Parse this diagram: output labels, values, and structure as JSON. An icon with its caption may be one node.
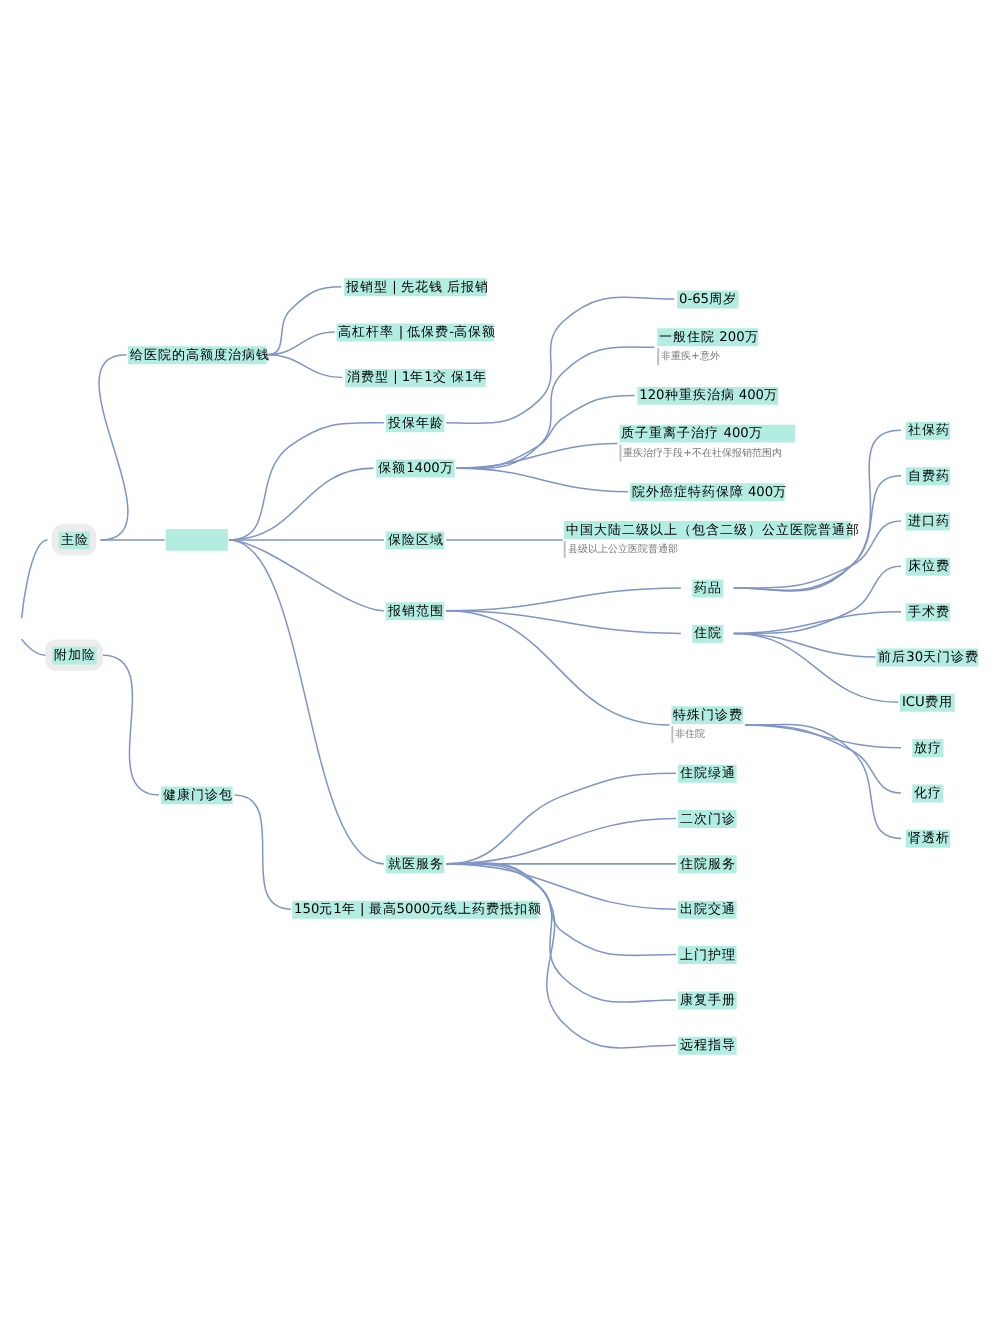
{
  "diagram": {
    "nodes": [
      {
        "text": [
          "主险"
        ]
      },
      {
        "text": [
          "给医院的高额度治病钱"
        ]
      },
      {
        "text": [
          "报销型 | 先花钱 后报销"
        ]
      },
      {
        "text": [
          "高杠杆率 | 低保费-高保额"
        ]
      },
      {
        "text": [
          "消费型 | 1年1交 保1年"
        ]
      },
      {
        "text": [],
        "shape": "box"
      },
      {
        "text": [
          "投保年龄"
        ]
      },
      {
        "text": [
          "0-65周岁"
        ]
      },
      {
        "text": [
          "保额1400万"
        ]
      },
      {
        "text": [
          "一般住院 200万",
          "非重疾+意外"
        ]
      },
      {
        "text": [
          "120种重疾治病 400万"
        ]
      },
      {
        "text": [
          "质子重离子治疗 400万",
          "重疾治疗手段+不在社保报销范围内"
        ]
      },
      {
        "text": [
          "院外癌症特药保障 400万"
        ]
      },
      {
        "text": [
          "保险区域"
        ]
      },
      {
        "text": [
          "中国大陆二级以上（包含二级）公立医院普通部",
          "县级以上公立医院普通部"
        ]
      },
      {
        "text": [
          "报销范围"
        ]
      },
      {
        "text": [
          "药品"
        ]
      },
      {
        "text": [
          "社保药"
        ]
      },
      {
        "text": [
          "自费药"
        ]
      },
      {
        "text": [
          "进口药"
        ]
      },
      {
        "text": [
          "住院"
        ]
      },
      {
        "text": [
          "床位费"
        ]
      },
      {
        "text": [
          "手术费"
        ]
      },
      {
        "text": [
          "前后30天门诊费"
        ]
      },
      {
        "text": [
          "ICU费用"
        ]
      },
      {
        "text": [
          "特殊门诊费",
          "非住院"
        ]
      },
      {
        "text": [
          "放疗"
        ]
      },
      {
        "text": [
          "化疗"
        ]
      },
      {
        "text": [
          "肾透析"
        ]
      },
      {
        "text": [
          "就医服务"
        ]
      },
      {
        "text": [
          "住院绿通"
        ]
      },
      {
        "text": [
          "二次门诊"
        ]
      },
      {
        "text": [
          "住院服务"
        ]
      },
      {
        "text": [
          "出院交通"
        ]
      },
      {
        "text": [
          "上门护理"
        ]
      },
      {
        "text": [
          "康复手册"
        ]
      },
      {
        "text": [
          "远程指导"
        ]
      },
      {
        "text": [
          "附加险"
        ]
      },
      {
        "text": [
          "健康门诊包"
        ]
      },
      {
        "text": [
          "150元1年 | 最高5000元线上药费抵扣额"
        ]
      }
    ],
    "edges": [
      {
        "from": null,
        "to": 0,
        "arrow": "none"
      },
      {
        "from": 0,
        "to": 1,
        "arrow": "none"
      },
      {
        "from": 1,
        "to": 2,
        "arrow": "none"
      },
      {
        "from": 1,
        "to": 3,
        "arrow": "none"
      },
      {
        "from": 1,
        "to": 4,
        "arrow": "none"
      },
      {
        "from": 0,
        "to": 5,
        "arrow": "none"
      },
      {
        "from": 5,
        "to": 6,
        "arrow": "none"
      },
      {
        "from": 6,
        "to": 7,
        "arrow": "none"
      },
      {
        "from": 5,
        "to": 8,
        "arrow": "none"
      },
      {
        "from": 8,
        "to": 9,
        "arrow": "none"
      },
      {
        "from": 8,
        "to": 10,
        "arrow": "none"
      },
      {
        "from": 8,
        "to": 11,
        "arrow": "none"
      },
      {
        "from": 8,
        "to": 12,
        "arrow": "none"
      },
      {
        "from": 5,
        "to": 13,
        "arrow": "none"
      },
      {
        "from": 13,
        "to": 14,
        "arrow": "none"
      },
      {
        "from": 5,
        "to": 15,
        "arrow": "none"
      },
      {
        "from": 15,
        "to": 16,
        "arrow": "none"
      },
      {
        "from": 16,
        "to": 17,
        "arrow": "none"
      },
      {
        "from": 16,
        "to": 18,
        "arrow": "none"
      },
      {
        "from": 16,
        "to": 19,
        "arrow": "none"
      },
      {
        "from": 15,
        "to": 20,
        "arrow": "none"
      },
      {
        "from": 20,
        "to": 21,
        "arrow": "none"
      },
      {
        "from": 20,
        "to": 22,
        "arrow": "none"
      },
      {
        "from": 20,
        "to": 23,
        "arrow": "none"
      },
      {
        "from": 20,
        "to": 24,
        "arrow": "none"
      },
      {
        "from": 15,
        "to": 25,
        "arrow": "none"
      },
      {
        "from": 25,
        "to": 26,
        "arrow": "none"
      },
      {
        "from": 25,
        "to": 27,
        "arrow": "none"
      },
      {
        "from": 25,
        "to": 28,
        "arrow": "none"
      },
      {
        "from": 5,
        "to": 29,
        "arrow": "none"
      },
      {
        "from": 29,
        "to": 30,
        "arrow": "none"
      },
      {
        "from": 29,
        "to": 31,
        "arrow": "none"
      },
      {
        "from": 29,
        "to": 32,
        "arrow": "none"
      },
      {
        "from": 29,
        "to": 33,
        "arrow": "none"
      },
      {
        "from": 29,
        "to": 34,
        "arrow": "none"
      },
      {
        "from": 29,
        "to": 35,
        "arrow": "none"
      },
      {
        "from": 29,
        "to": 36,
        "arrow": "none"
      },
      {
        "from": null,
        "to": 37,
        "arrow": "none"
      },
      {
        "from": 37,
        "to": 38,
        "arrow": "none"
      },
      {
        "from": 38,
        "to": 39,
        "arrow": "none"
      }
    ]
  }
}
